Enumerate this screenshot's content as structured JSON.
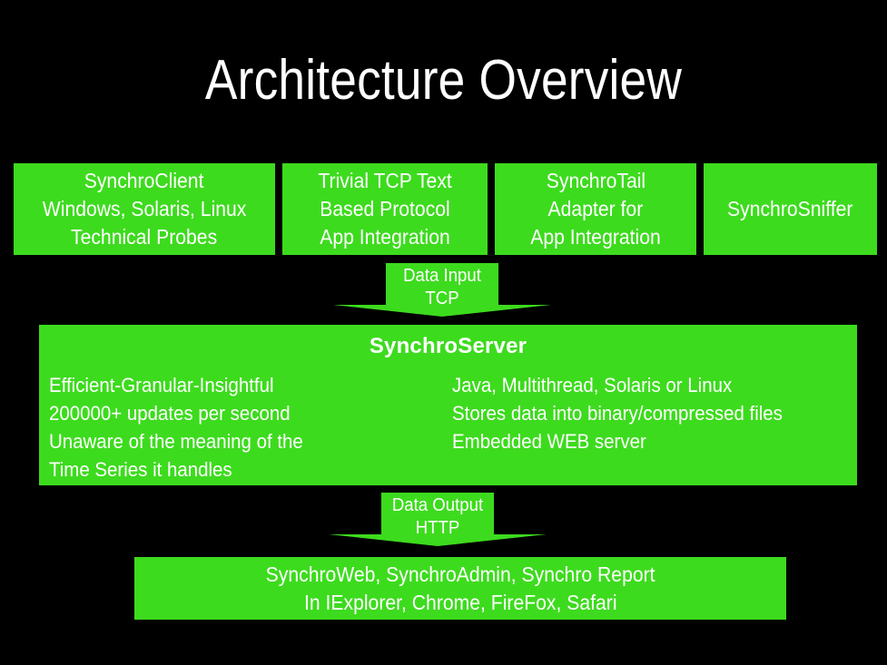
{
  "slide": {
    "title": "Architecture Overview",
    "background_color": "#000000",
    "accent_color": "#3ddb1e",
    "text_color": "#ffffff"
  },
  "sources": [
    {
      "name": "synchroclient",
      "lines": [
        "SynchroClient",
        "Windows, Solaris, Linux",
        "Technical Probes"
      ]
    },
    {
      "name": "trivial-tcp",
      "lines": [
        "Trivial TCP Text",
        "Based Protocol",
        "App Integration"
      ]
    },
    {
      "name": "synchrotail",
      "lines": [
        "SynchroTail",
        "Adapter for",
        "App Integration"
      ]
    },
    {
      "name": "synchrosniffer",
      "lines": [
        "SynchroSniffer"
      ]
    }
  ],
  "arrows": {
    "input": {
      "line1": "Data Input",
      "line2": "TCP"
    },
    "output": {
      "line1": "Data Output",
      "line2": "HTTP"
    }
  },
  "server": {
    "heading": "SynchroServer",
    "left_column": [
      "Efficient-Granular-Insightful",
      "200000+ updates per second",
      "Unaware of the meaning of the",
      "Time Series it handles"
    ],
    "right_column": [
      "Java, Multithread, Solaris or Linux",
      "Stores data into binary/compressed files",
      "Embedded WEB server"
    ]
  },
  "clients": {
    "line1": "SynchroWeb, SynchroAdmin, Synchro Report",
    "line2": "In IExplorer, Chrome, FireFox, Safari"
  }
}
